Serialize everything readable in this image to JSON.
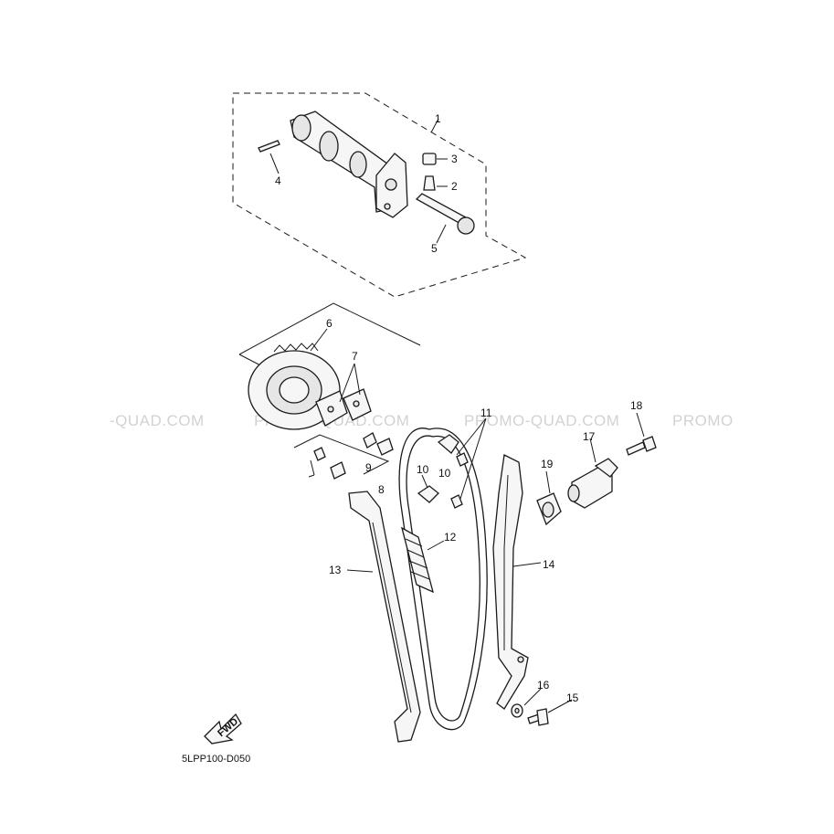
{
  "watermark": {
    "left": "-QUAD.COM",
    "center_left": "PROMO-QUAD.COM",
    "center_right": "PROMO-QUAD.COM",
    "right": "PROMO"
  },
  "callouts": [
    "1",
    "2",
    "3",
    "4",
    "5",
    "6",
    "7",
    "8",
    "9",
    "10",
    "10",
    "11",
    "12",
    "13",
    "14",
    "15",
    "16",
    "17",
    "18",
    "19"
  ],
  "fwd_label": "FWD",
  "diagram_code": "5LPP100-D050"
}
